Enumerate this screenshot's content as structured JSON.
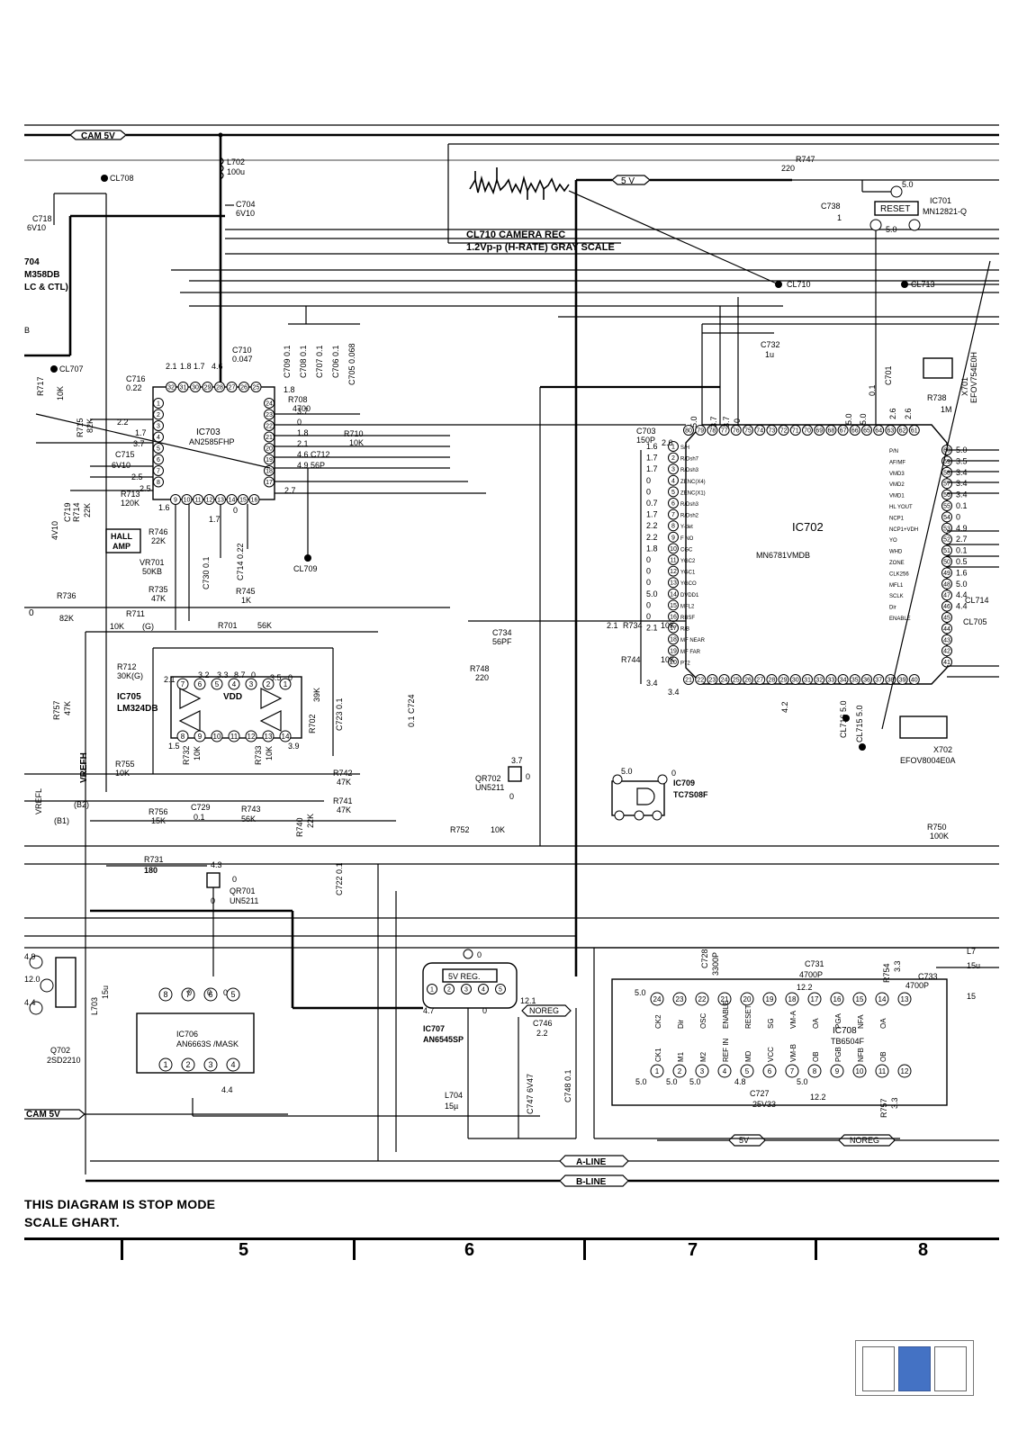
{
  "diagram": {
    "rails": {
      "cam5v_top": "CAM 5V",
      "cam5v_bottom": "CAM 5V",
      "five_v_top": "5 V",
      "five_v_bottom": "5V",
      "noreg_bottom": "NOREG",
      "noreg_ic707": "NOREG",
      "a_line": "A-LINE",
      "b_line": "B-LINE"
    },
    "waveform_label_1": "CL710 CAMERA REC",
    "waveform_label_2": "1.2Vp-p (H-RATE) GRAY SCALE",
    "left_fragments": [
      "704",
      "M358DB",
      "LC & CTL)",
      "B",
      "0"
    ],
    "test_points": [
      "CL708",
      "CL707",
      "CL709",
      "CL710",
      "CL713",
      "CL714",
      "CL705",
      "CL716",
      "CL715"
    ],
    "ics": [
      {
        "ref": "IC701",
        "part": "MN12821-Q"
      },
      {
        "ref": "IC702",
        "part": "MN6781VMDB"
      },
      {
        "ref": "IC703",
        "part": "AN2585FHP"
      },
      {
        "ref": "IC705",
        "part": "LM324DB"
      },
      {
        "ref": "IC706",
        "part": "AN6663S /MASK"
      },
      {
        "ref": "IC707",
        "part": "AN6545SP"
      },
      {
        "ref": "IC708",
        "part": "TB6504F"
      },
      {
        "ref": "IC709",
        "part": "TC7S08F"
      }
    ],
    "block_labels": {
      "reset": "RESET",
      "five_v_reg": "5V REG.",
      "hall_amp_1": "HALL",
      "hall_amp_2": "AMP",
      "vdd": "VDD",
      "vrefh": "VREFH",
      "vrefl": "VREFL",
      "b1": "(B1)",
      "b2": "(B2)"
    },
    "transistors": [
      {
        "ref": "QR702",
        "part": "UN5211"
      },
      {
        "ref": "QR701",
        "part": "UN5211"
      },
      {
        "ref": "Q702",
        "part": "2SD2210"
      }
    ],
    "crystals": [
      {
        "ref": "X701",
        "part": "EFOV754E0H"
      },
      {
        "ref": "X702",
        "part": "EFOV8004E0A"
      }
    ],
    "components": [
      {
        "ref": "L702",
        "value": "100u"
      },
      {
        "ref": "C704",
        "value": "6V10"
      },
      {
        "ref": "C718",
        "value": "6V10"
      },
      {
        "ref": "R747",
        "value": "220"
      },
      {
        "ref": "C738",
        "value": "1"
      },
      {
        "ref": "C710",
        "value": "0.047"
      },
      {
        "ref": "C716",
        "value": "0.22"
      },
      {
        "ref": "R708",
        "value": "4700"
      },
      {
        "ref": "R710",
        "value": "10K"
      },
      {
        "ref": "C712",
        "value": "56P"
      },
      {
        "ref": "R717",
        "value": "10K"
      },
      {
        "ref": "R715",
        "value": "82K"
      },
      {
        "ref": "C715",
        "value": "6V10"
      },
      {
        "ref": "R713",
        "value": "120K"
      },
      {
        "ref": "R714",
        "value": "22K"
      },
      {
        "ref": "C719",
        "value": "4V10"
      },
      {
        "ref": "R746",
        "value": "22K"
      },
      {
        "ref": "VR701",
        "value": "50KB"
      },
      {
        "ref": "C730",
        "value": "0.1"
      },
      {
        "ref": "C714",
        "value": "0.22"
      },
      {
        "ref": "R735",
        "value": "47K"
      },
      {
        "ref": "R745",
        "value": "1K"
      },
      {
        "ref": "R736",
        "value": "82K"
      },
      {
        "ref": "R711",
        "value": "10K (G)"
      },
      {
        "ref": "R701",
        "value": "56K"
      },
      {
        "ref": "R712",
        "value": "30K(G)"
      },
      {
        "ref": "C732",
        "value": "1u"
      },
      {
        "ref": "C703",
        "value": "150P"
      },
      {
        "ref": "R738",
        "value": "1M"
      },
      {
        "ref": "C734",
        "value": "56PF"
      },
      {
        "ref": "R734",
        "value": "10K"
      },
      {
        "ref": "R744",
        "value": "10K"
      },
      {
        "ref": "R748",
        "value": "220"
      },
      {
        "ref": "R757",
        "value": "47K"
      },
      {
        "ref": "R702",
        "value": "39K"
      },
      {
        "ref": "C723",
        "value": "0.1"
      },
      {
        "ref": "C724",
        "value": "0.1"
      },
      {
        "ref": "R732",
        "value": "10K"
      },
      {
        "ref": "R733",
        "value": "10K"
      },
      {
        "ref": "R755",
        "value": "10K"
      },
      {
        "ref": "C729",
        "value": "0.1"
      },
      {
        "ref": "R743",
        "value": "56K"
      },
      {
        "ref": "R742",
        "value": "47K"
      },
      {
        "ref": "R741",
        "value": "47K"
      },
      {
        "ref": "R740",
        "value": "22K"
      },
      {
        "ref": "R756",
        "value": "15K"
      },
      {
        "ref": "R752",
        "value": "10K"
      },
      {
        "ref": "C722",
        "value": "0.1"
      },
      {
        "ref": "R750",
        "value": "100K"
      },
      {
        "ref": "R731",
        "value": "180"
      },
      {
        "ref": "L703",
        "value": "15u"
      },
      {
        "ref": "C746",
        "value": "2.2"
      },
      {
        "ref": "L704",
        "value": "15µ"
      },
      {
        "ref": "C747",
        "value": "6V47"
      },
      {
        "ref": "C748",
        "value": "0.1"
      },
      {
        "ref": "C728",
        "value": "3300P"
      },
      {
        "ref": "C731",
        "value": "4700P"
      },
      {
        "ref": "C733",
        "value": "4700P"
      },
      {
        "ref": "R754",
        "value": "3.3"
      },
      {
        "ref": "R757",
        "value": "3.3"
      },
      {
        "ref": "C727",
        "value": "25V33"
      },
      {
        "ref": "C706",
        "value": "0.1"
      },
      {
        "ref": "C705",
        "value": "0.068"
      },
      {
        "ref": "C701",
        "value": "0.1"
      }
    ],
    "ic702_left_pins": [
      "S/H",
      "R/Dsh7",
      "R/Dsh3",
      "ZENC(X4)",
      "ZENC(X1)",
      "R/Dsh3",
      "R/Dsh2",
      "Y-det",
      "F NO",
      "CGC",
      "YGC2",
      "YGC1",
      "YGCO",
      "DVDD1",
      "MFL2",
      "RBSF",
      "R/B",
      "MF NEAR",
      "MF FAR",
      "P72"
    ],
    "ic702_right_pins": [
      "P/N",
      "AF/MF",
      "VMD3",
      "VMD2",
      "VMD1",
      "HL YOUT",
      "NCP1",
      "NCP1+VDH",
      "YO",
      "WHD",
      "ZONE",
      "CLK256",
      "MFL1",
      "SCLK",
      "Dir",
      "ENABLE"
    ],
    "ic702_left_values": [
      "1.6",
      "1.7",
      "1.7",
      "0",
      "0",
      "0.7",
      "1.7",
      "2.2",
      "2.2",
      "1.8",
      "0",
      "0",
      "0",
      "5.0",
      "0",
      "0",
      "2.1"
    ],
    "ic702_right_values": [
      "5.0",
      "3.5",
      "3.4",
      "3.4",
      "3.4",
      "0.1",
      "0",
      "4.9",
      "2.7",
      "0.1",
      "0.5",
      "1.6",
      "5.0",
      "4.4",
      "4.4"
    ],
    "ic708_top_pins": [
      "CK2",
      "Dir",
      "OSC",
      "ENABLE",
      "RESET",
      "SG",
      "VM-A",
      "OA",
      "PGA",
      "NFA",
      "OA"
    ],
    "ic708_bottom_pins": [
      "CK1",
      "M1",
      "M2",
      "REF IN",
      "MD",
      "VCC",
      "VM-B",
      "OB",
      "PGB",
      "NFB",
      "OB"
    ],
    "voltage_samples": [
      "5.0",
      "12.2",
      "12.2",
      "5.0",
      "5.0",
      "5.0",
      "4.8",
      "12.1",
      "4.7",
      "3.7",
      "4.3",
      "2.1",
      "3.2",
      "3.3",
      "8.7",
      "3.5",
      "1.5",
      "3.9"
    ],
    "footer_note_1": "THIS DIAGRAM IS STOP MODE",
    "footer_note_2": "SCALE GHART.",
    "grid_numbers": [
      "5",
      "6",
      "7",
      "8"
    ],
    "page_indicator": {
      "active_index": 1,
      "count": 3
    }
  }
}
